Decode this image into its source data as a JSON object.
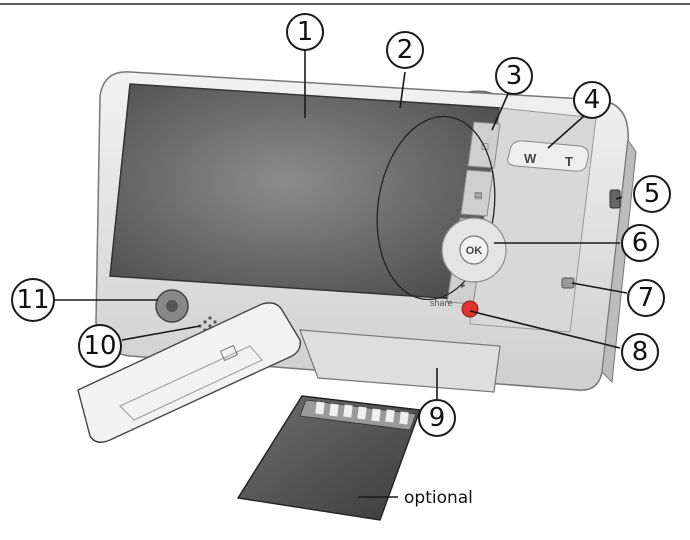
{
  "callouts": [
    {
      "label": "1"
    },
    {
      "label": "2"
    },
    {
      "label": "3"
    },
    {
      "label": "4"
    },
    {
      "label": "5"
    },
    {
      "label": "6"
    },
    {
      "label": "7"
    },
    {
      "label": "8"
    },
    {
      "label": "9"
    },
    {
      "label": "10"
    },
    {
      "label": "11"
    }
  ],
  "card_note": "optional",
  "camera_labels": {
    "ok": "OK",
    "zoom_wide": "W",
    "zoom_tele": "T",
    "share": "share"
  },
  "colors": {
    "body": "#e6e6e6",
    "screen": "#6f6f6f",
    "share_button": "#e0332f",
    "outline": "#1a1a1a"
  }
}
